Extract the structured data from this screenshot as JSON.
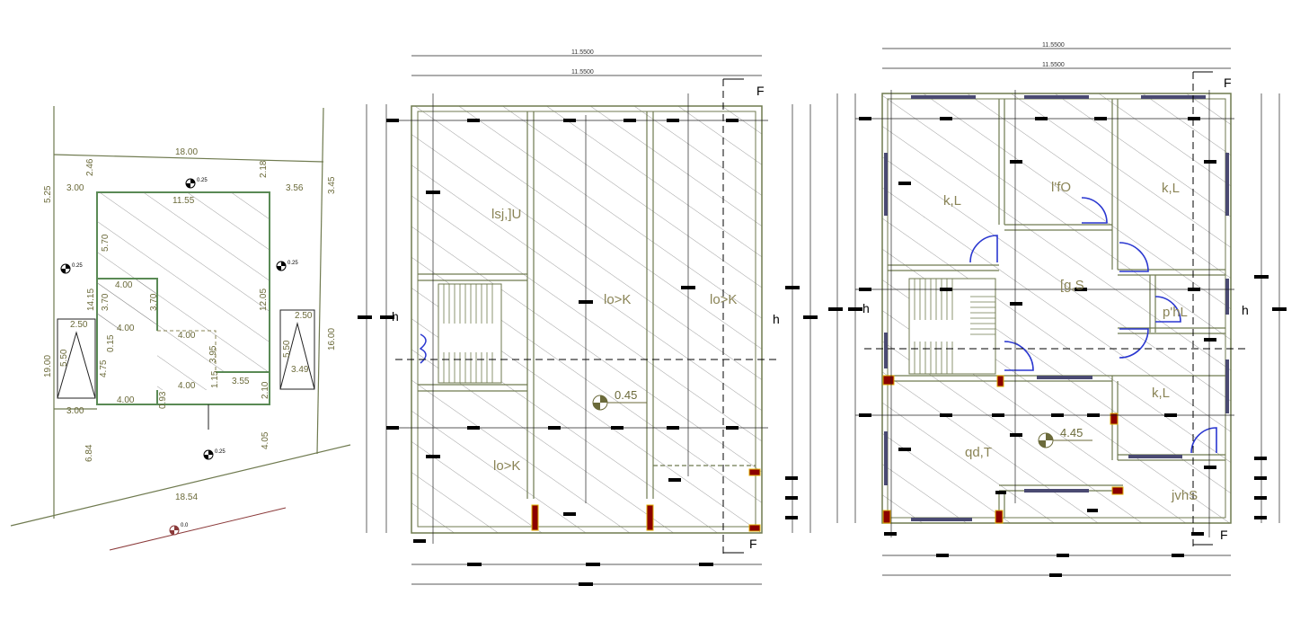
{
  "site_plan": {
    "dims": {
      "top": "18.00",
      "bottom": "18.54",
      "left_total": "19.00",
      "right_total": "16.00",
      "left_upper": "5.25",
      "right_upper": "3.45",
      "setback_top_left": "2.46",
      "setback_top_right": "2.18",
      "setback_left": "3.00",
      "setback_right": "3.56",
      "building_width": "11.55",
      "building_depth": "12.05",
      "depth_left": "14.15",
      "upper_left": "5.70",
      "notch_w1": "4.00",
      "notch_h1": "3.70",
      "notch_h2": "3.70",
      "notch_w2": "4.00",
      "court_w": "4.00",
      "court_h": "3.95",
      "small_h": "0.15",
      "left_mid": "4.75",
      "bottom_w1": "4.00",
      "bottom_w2": "4.00",
      "right_small": "1.15",
      "right_w": "3.55",
      "right_h": "2.10",
      "bottom_h1": "0.93",
      "bottom_setback_left": "3.00",
      "front_left": "6.84",
      "front_right": "4.05",
      "car_left_w": "2.50",
      "car_left_h": "5.50",
      "car_right_w": "2.50",
      "car_right_h": "5.50",
      "car_right_off": "3.49"
    },
    "levels": [
      "0.25",
      "0.25",
      "0.25",
      "0.25",
      "0.0"
    ]
  },
  "ground_floor": {
    "overall_dim_1": "11.5500",
    "overall_dim_2": "11.5500",
    "rooms": [
      "lsj,]U",
      "lo>K",
      "lo>K",
      "lo>K"
    ],
    "level": "0.45",
    "section_letters": [
      "F",
      "F",
      "h",
      "h"
    ]
  },
  "first_floor": {
    "overall_dim_1": "11.5500",
    "overall_dim_2": "11.5500",
    "rooms": [
      "k,L",
      "l'fO",
      "k,L",
      "[g,S",
      "p'hL",
      "k,L",
      "qd,T",
      "jvhS"
    ],
    "level": "4.45",
    "section_letters": [
      "F",
      "F",
      "h",
      "h"
    ]
  }
}
